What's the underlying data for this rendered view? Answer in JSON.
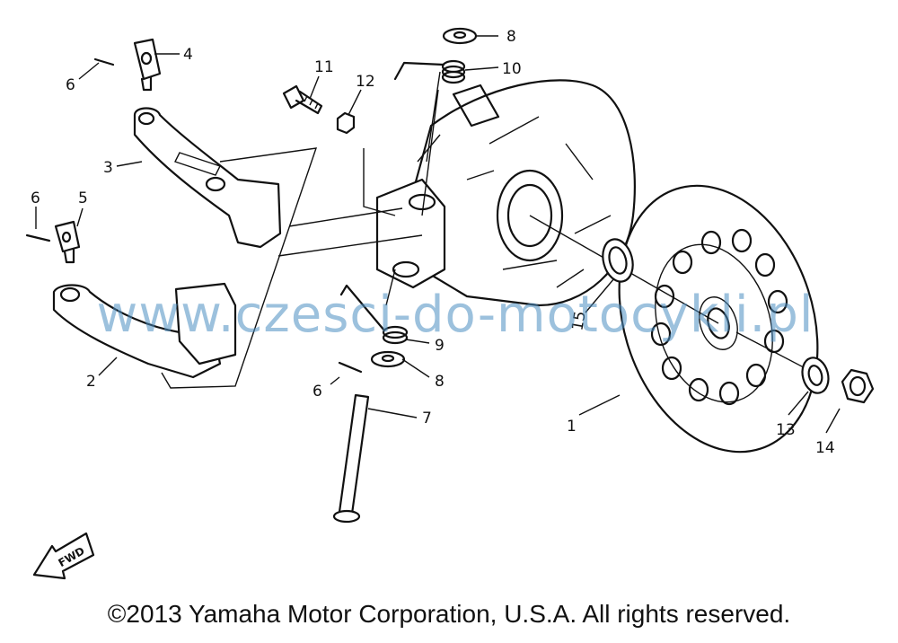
{
  "diagram": {
    "callouts": [
      {
        "id": "c1",
        "label": "1"
      },
      {
        "id": "c2",
        "label": "2"
      },
      {
        "id": "c3",
        "label": "3"
      },
      {
        "id": "c4",
        "label": "4"
      },
      {
        "id": "c5",
        "label": "5"
      },
      {
        "id": "c6a",
        "label": "6"
      },
      {
        "id": "c6b",
        "label": "6"
      },
      {
        "id": "c6c",
        "label": "6"
      },
      {
        "id": "c7",
        "label": "7"
      },
      {
        "id": "c8a",
        "label": "8"
      },
      {
        "id": "c8b",
        "label": "8"
      },
      {
        "id": "c9",
        "label": "9"
      },
      {
        "id": "c10",
        "label": "10"
      },
      {
        "id": "c11",
        "label": "11"
      },
      {
        "id": "c12",
        "label": "12"
      },
      {
        "id": "c13",
        "label": "13"
      },
      {
        "id": "c14",
        "label": "14"
      },
      {
        "id": "c15",
        "label": "15"
      }
    ],
    "fwd_label": "FWD"
  },
  "watermark": "www.czesci-do-motocykli.pl",
  "footer": {
    "copyright": "©2013 Yamaha Motor Corporation, U.S.A. All rights reserved."
  },
  "colors": {
    "line": "#111111",
    "watermark": "#4d8fc2",
    "background": "#ffffff"
  }
}
